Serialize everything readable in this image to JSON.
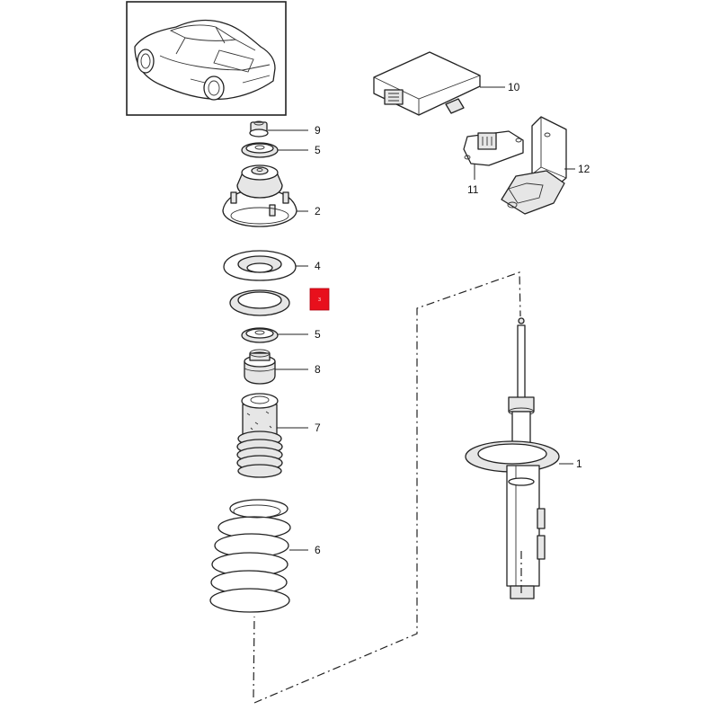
{
  "callouts": {
    "c1": "1",
    "c2": "2",
    "c3": "3",
    "c4": "4",
    "c5a": "5",
    "c5b": "5",
    "c6": "6",
    "c7": "7",
    "c8": "8",
    "c9": "9",
    "c10": "10",
    "c11": "11",
    "c12": "12"
  },
  "highlight": {
    "color": "#e8101c",
    "label": "3"
  }
}
